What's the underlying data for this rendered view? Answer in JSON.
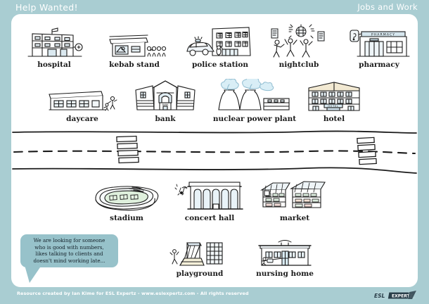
{
  "header": {
    "title": "Help Wanted!",
    "section": "Jobs and Work"
  },
  "footer": {
    "credit": "Resource created by Ian Kime for ESL Expertz - www.eslexpertz.com - All rights reserved",
    "logo_primary": "ESL",
    "logo_secondary": "EXPERTZ"
  },
  "colors": {
    "background": "#a9cdd2",
    "card": "#ffffff",
    "bubble": "#97c2ca",
    "ink": "#1b1b1b",
    "header_text": "#ffffff"
  },
  "bubble": {
    "lines": [
      "We are looking for someone",
      "who is good with numbers,",
      "likes talking to clients and",
      "doesn't mind working late..."
    ]
  },
  "places": {
    "row1": [
      {
        "label": "hospital",
        "icon": "hospital-icon"
      },
      {
        "label": "kebab stand",
        "icon": "kebab-stand-icon"
      },
      {
        "label": "police station",
        "icon": "police-station-icon"
      },
      {
        "label": "nightclub",
        "icon": "nightclub-icon"
      },
      {
        "label": "pharmacy",
        "icon": "pharmacy-icon"
      }
    ],
    "row2": [
      {
        "label": "daycare",
        "icon": "daycare-icon"
      },
      {
        "label": "bank",
        "icon": "bank-icon"
      },
      {
        "label": "nuclear power plant",
        "icon": "nuclear-power-plant-icon"
      },
      {
        "label": "hotel",
        "icon": "hotel-icon"
      }
    ],
    "row3": [
      {
        "label": "stadium",
        "icon": "stadium-icon"
      },
      {
        "label": "concert hall",
        "icon": "concert-hall-icon"
      },
      {
        "label": "market",
        "icon": "market-icon"
      }
    ],
    "row4": [
      {
        "label": "playground",
        "icon": "playground-icon"
      },
      {
        "label": "nursing home",
        "icon": "nursing-home-icon"
      }
    ]
  }
}
